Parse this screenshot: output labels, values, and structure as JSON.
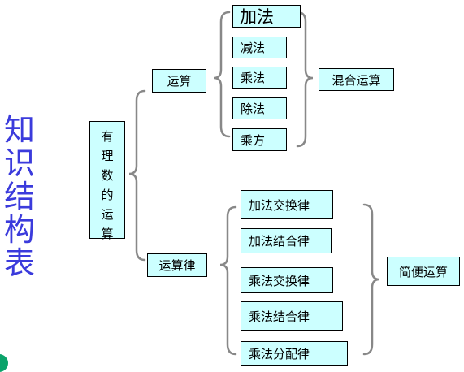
{
  "side_title": [
    "知",
    "识",
    "结",
    "构",
    "表"
  ],
  "root": [
    "有",
    "理",
    "数",
    "的",
    "运",
    "算"
  ],
  "branch_operations": {
    "label": "运算",
    "items": [
      "加法",
      "减法",
      "乘法",
      "除法",
      "乘方"
    ],
    "summary": "混合运算"
  },
  "branch_laws": {
    "label": "运算律",
    "items": [
      "加法交换律",
      "加法结合律",
      "乘法交换律",
      "乘法结合律",
      "乘法分配律"
    ],
    "summary": "简便运算"
  },
  "colors": {
    "box_fill": "#ccffff",
    "title_text": "#3b3bdc",
    "brace_stroke": "#888888"
  }
}
